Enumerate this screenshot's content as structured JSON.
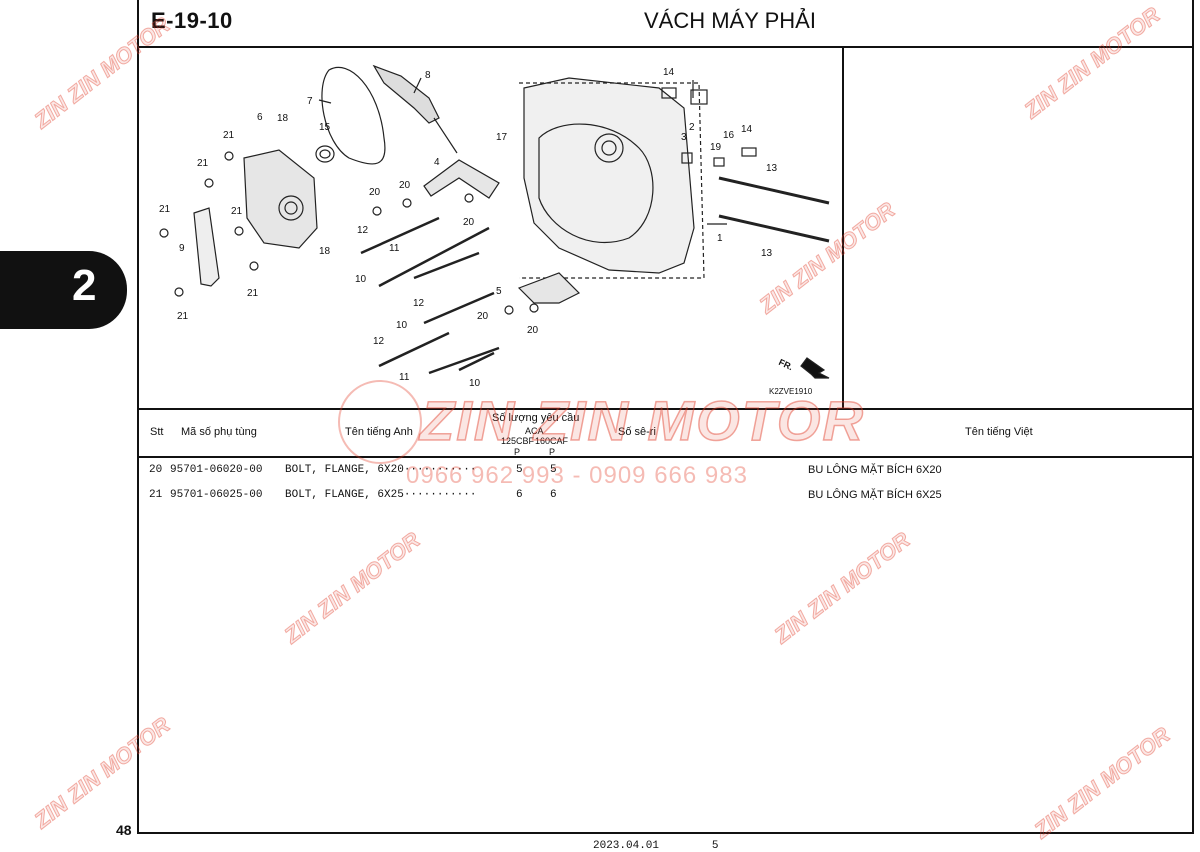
{
  "page": {
    "code": "E-19-10",
    "title": "VÁCH MÁY PHẢI",
    "section_tab": "2",
    "page_number": "48",
    "footer": "2023.04.01        5"
  },
  "diagram": {
    "figure_code": "K2ZVE1910",
    "direction_label": "FR.",
    "callouts": [
      "14",
      "2",
      "8",
      "7",
      "15",
      "6",
      "18",
      "21",
      "21",
      "17",
      "4",
      "3",
      "16",
      "14",
      "19",
      "13",
      "20",
      "20",
      "20",
      "21",
      "21",
      "12",
      "11",
      "9",
      "1",
      "13",
      "18",
      "10",
      "12",
      "21",
      "21",
      "5",
      "10",
      "20",
      "20",
      "12",
      "11",
      "10"
    ]
  },
  "table": {
    "headers": {
      "stt": "Stt",
      "part_no": "Mã số phụ tùng",
      "english": "Tên tiếng Anh",
      "qty_title": "Số lượng yêu cầu",
      "qty_sub": "ACA",
      "model_a": "125CBF",
      "model_b": "160CAF",
      "p_a": "P",
      "p_b": "P",
      "serial": "Số sê-ri",
      "vietnamese": "Tên tiếng Việt"
    },
    "rows": [
      {
        "stt": "20",
        "part_no": "95701-06020-00",
        "english": "BOLT, FLANGE, 6X20···········",
        "qty_a": "5",
        "qty_b": "5",
        "vietnamese": "BU LÔNG MẶT BÍCH 6X20"
      },
      {
        "stt": "21",
        "part_no": "95701-06025-00",
        "english": "BOLT, FLANGE, 6X25···········",
        "qty_a": "6",
        "qty_b": "6",
        "vietnamese": "BU LÔNG MẶT BÍCH 6X25"
      }
    ]
  },
  "watermark": {
    "brand": "ZIN ZIN MOTOR",
    "phone": "0966 962 993 - 0909 666 983"
  },
  "colors": {
    "ink": "#111111",
    "watermark": "#e13c28"
  }
}
